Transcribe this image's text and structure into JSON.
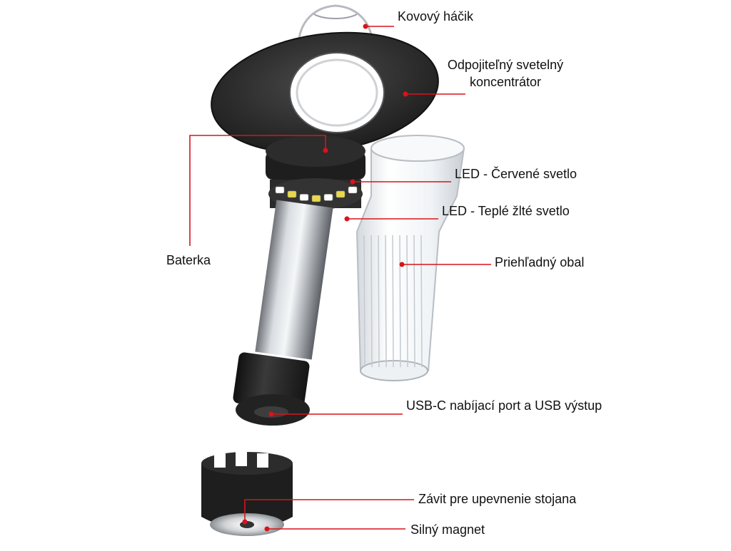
{
  "colors": {
    "leader_line": "#d7141a",
    "leader_dot": "#d7141a",
    "lamp_body": "#2a2a2a",
    "lamp_rim": "#1b1b1b",
    "metal_tube": "#b9bdc2",
    "transparent_cover": "#e8ecf0"
  },
  "labels": {
    "hook": "Kovový háčik",
    "concentrator_line1": "Odpojiteľný svetelný",
    "concentrator_line2": "koncentrátor",
    "led_red": "LED - Červené svetlo",
    "led_warm": "LED - Teplé žlté svetlo",
    "battery": "Baterka",
    "cover": "Priehľadný obal",
    "usb": "USB-C nabíjací port a USB výstup",
    "thread": "Závit pre upevnenie stojana",
    "magnet": "Silný magnet"
  }
}
